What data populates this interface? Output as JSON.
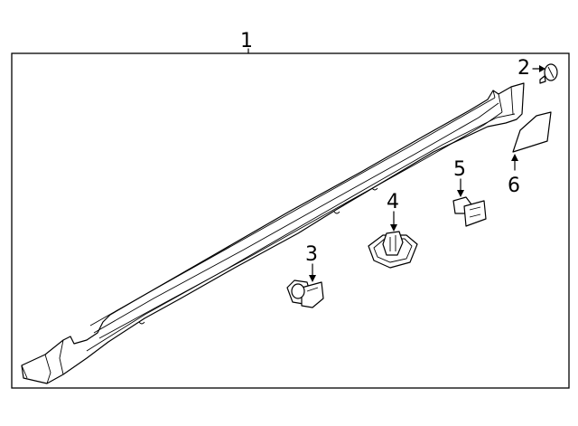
{
  "diagram": {
    "callouts": {
      "rocker_molding": "1",
      "screw": "2",
      "clip_lower": "3",
      "clip_retainer": "4",
      "clip_upper": "5",
      "pad": "6"
    }
  }
}
